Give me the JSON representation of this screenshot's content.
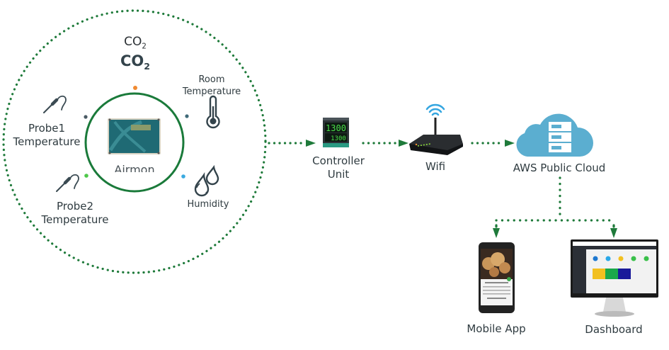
{
  "colors": {
    "connector_green": "#1e7a3a",
    "inner_ring_green": "#1a7a3a",
    "cloud_blue": "#5baed0",
    "dot_co2": "#f08a30",
    "dot_probe1": "#4a5a64",
    "dot_room": "#3f6a78",
    "dot_probe2": "#4ec84a",
    "dot_humidity": "#3aaae0",
    "text": "#2f3b40"
  },
  "sensor_hub": {
    "device_label": "Airmon",
    "sensors": [
      {
        "id": "co2",
        "label_main": "CO",
        "label_sub": "2",
        "icon": "co2-text-icon"
      },
      {
        "id": "room",
        "label_line1": "Room",
        "label_line2": "Temperature",
        "icon": "thermometer-icon"
      },
      {
        "id": "probe1",
        "label_line1": "Probe1",
        "label_line2": "Temperature",
        "icon": "probe-icon"
      },
      {
        "id": "probe2",
        "label_line1": "Probe2",
        "label_line2": "Temperature",
        "icon": "probe-icon"
      },
      {
        "id": "humidity",
        "label_line1": "Humidity",
        "icon": "droplets-icon"
      }
    ]
  },
  "nodes": {
    "controller": {
      "line1": "Controller",
      "line2": "Unit",
      "display_top": "1300",
      "display_bottom": "1300"
    },
    "wifi": {
      "label": "Wifi"
    },
    "cloud": {
      "label": "AWS Public Cloud"
    },
    "mobile": {
      "label": "Mobile App"
    },
    "dashboard": {
      "label": "Dashboard"
    }
  }
}
